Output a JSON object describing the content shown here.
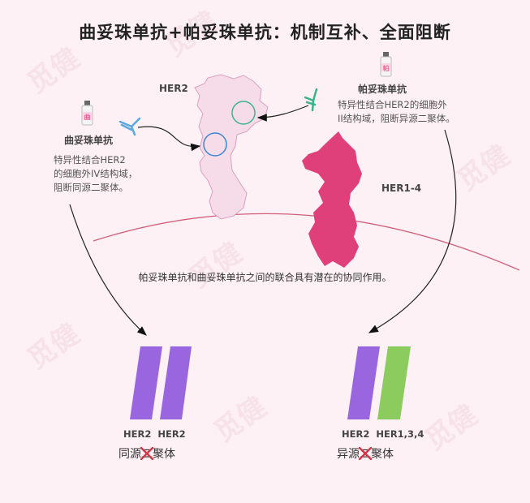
{
  "title": "曲妥珠单抗+帕妥珠单抗：机制互补、全面阻断",
  "watermark": "觅健",
  "her2_label": "HER2",
  "her14_label": "HER1-4",
  "trastuzumab": {
    "vial_char": "曲",
    "name": "曲妥珠单抗",
    "desc": [
      "特异性结合HER2",
      "的细胞外IV结构域，",
      "阻断同源二聚体。"
    ]
  },
  "pertuzumab": {
    "vial_char": "帕",
    "name": "帕妥珠单抗",
    "desc": [
      "特异性结合HER2的细胞外",
      "II结构域，阻断异源二聚体。"
    ]
  },
  "note": "帕妥珠单抗和曲妥珠单抗之间的联合具有潜在的协同作用。",
  "homodimer": {
    "labels": "HER2  HER2",
    "pre": "同源",
    "crossed": "二",
    "post": "聚体"
  },
  "heterodimer": {
    "labels": "HER2  HER1,3,4",
    "pre": "异源",
    "crossed": "二",
    "post": "聚体"
  },
  "colors": {
    "her2_fill": "#f6dbe9",
    "her14_fill": "#e0407a",
    "her2_bar": "#9a66e0",
    "her134_bar": "#8ccb5e",
    "trastuzumab_antibody": "#5aa8e0",
    "pertuzumab_antibody": "#3cb48a",
    "membrane": "#d0607e"
  }
}
